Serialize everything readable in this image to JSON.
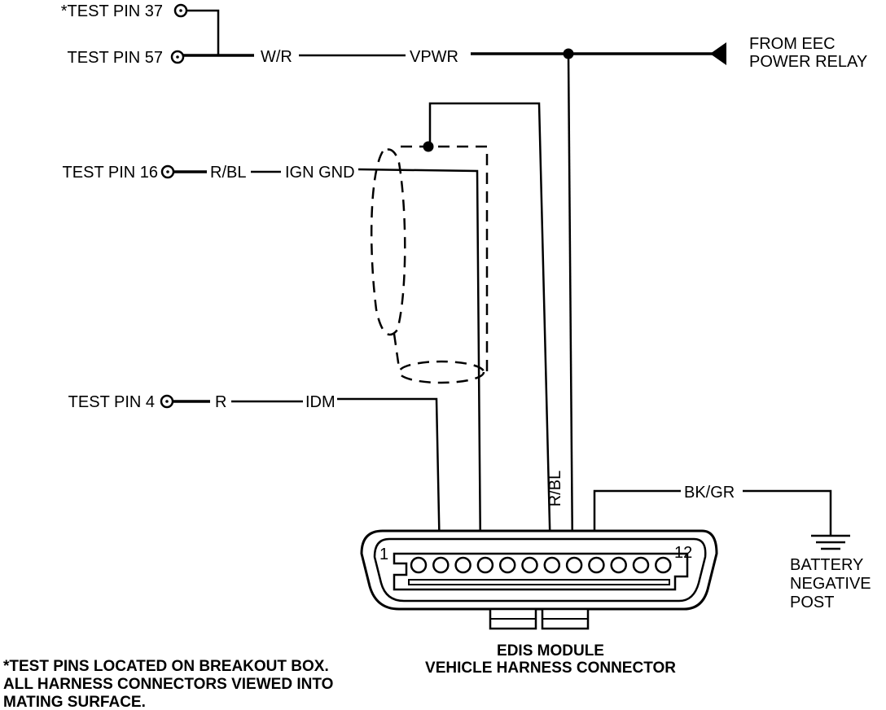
{
  "test_pins": {
    "pin37": "*TEST PIN 37",
    "pin57": "TEST PIN 57",
    "pin16": "TEST PIN 16",
    "pin4": "TEST PIN 4"
  },
  "wires": {
    "wr_color": "W/R",
    "vpwr": "VPWR",
    "rbl_color": "R/BL",
    "ign_gnd": "IGN GND",
    "r_color": "R",
    "idm": "IDM",
    "rbl_vertical": "R/BL",
    "bkgr": "BK/GR"
  },
  "power_source": {
    "line1": "FROM EEC",
    "line2": "POWER RELAY"
  },
  "ground": {
    "line1": "BATTERY",
    "line2": "NEGATIVE",
    "line3": "POST"
  },
  "connector": {
    "pin_first": "1",
    "pin_last": "12",
    "pin_count": 12,
    "title_line1": "EDIS MODULE",
    "title_line2": "VEHICLE HARNESS CONNECTOR"
  },
  "footnote": {
    "line1": "*TEST PINS LOCATED ON BREAKOUT BOX.",
    "line2": "ALL HARNESS CONNECTORS VIEWED INTO",
    "line3": "MATING SURFACE."
  }
}
